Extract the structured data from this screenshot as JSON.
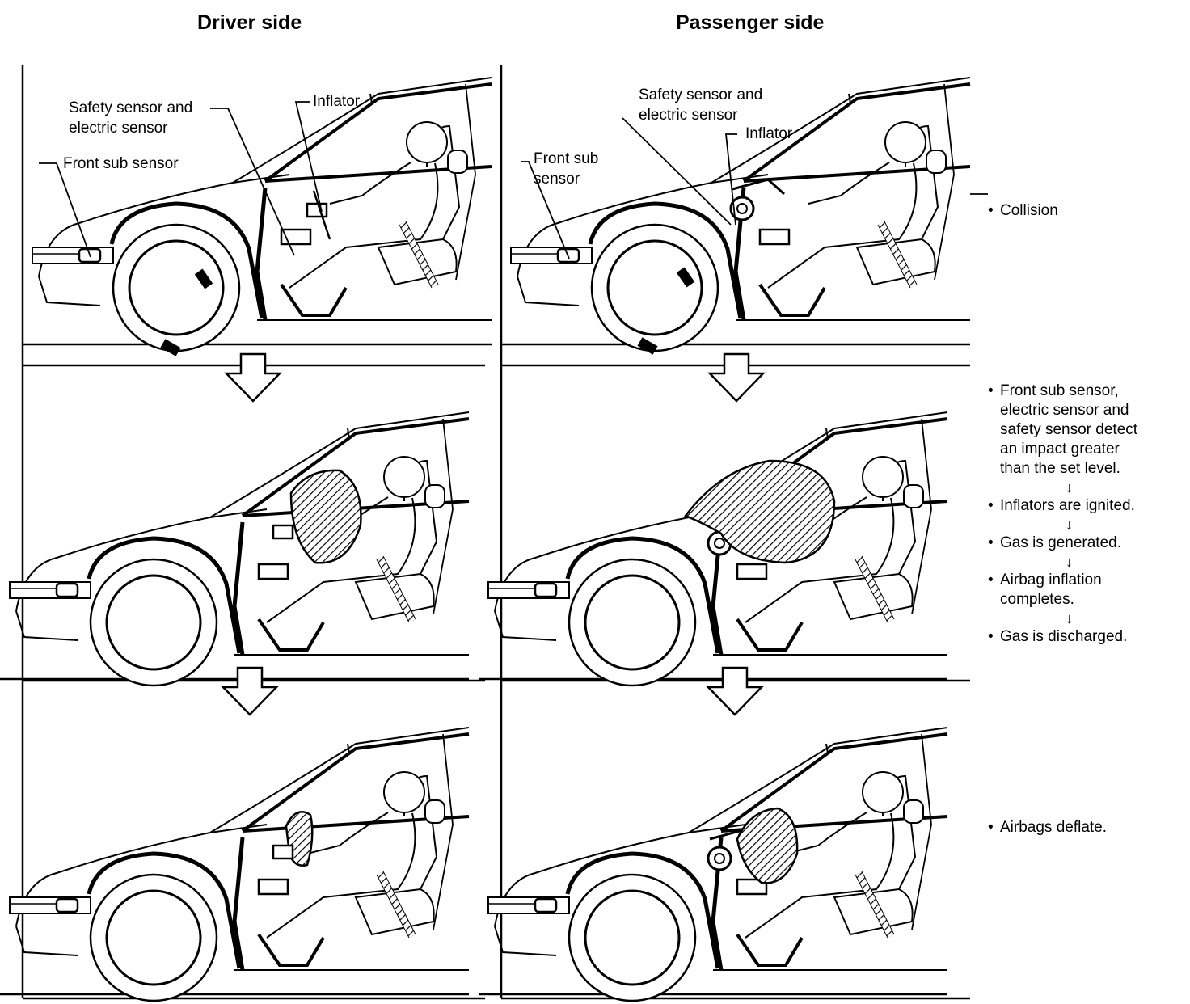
{
  "titles": {
    "driver": "Driver side",
    "passenger": "Passenger side"
  },
  "labels": {
    "driver_front_sub_sensor": "Front sub sensor",
    "driver_safety_sensor_l1": "Safety sensor and",
    "driver_safety_sensor_l2": "electric sensor",
    "driver_inflator": "Inflator",
    "pass_safety_sensor_l1": "Safety sensor and",
    "pass_safety_sensor_l2": "electric sensor",
    "pass_inflator": "Inflator",
    "pass_front_sub_l1": "Front sub",
    "pass_front_sub_l2": "sensor"
  },
  "stages": {
    "collision": "Collision",
    "detect_l1": "Front sub sensor,",
    "detect_l2": "electric sensor and",
    "detect_l3": "safety sensor detect",
    "detect_l4": "an impact greater",
    "detect_l5": "than the set level.",
    "arrow": "↓",
    "ignited": "Inflators are ignited.",
    "gas": "Gas is generated.",
    "inflate_l1": "Airbag inflation",
    "inflate_l2": "completes.",
    "discharged": "Gas is discharged.",
    "deflate": "Airbags deflate."
  }
}
